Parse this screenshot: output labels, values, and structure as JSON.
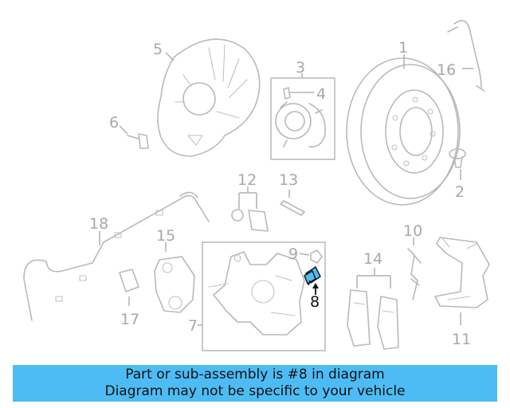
{
  "diagram": {
    "callouts": [
      "1",
      "2",
      "3",
      "4",
      "5",
      "6",
      "7",
      "8",
      "9",
      "10",
      "11",
      "12",
      "13",
      "14",
      "15",
      "16",
      "17",
      "18"
    ],
    "highlight_color": "#111111",
    "part_color": "#b9b9b9"
  },
  "banner": {
    "line1": "Part or sub-assembly is #8 in diagram",
    "line2": "Diagram may not be specific to your vehicle",
    "background": "#4ebcf4"
  }
}
